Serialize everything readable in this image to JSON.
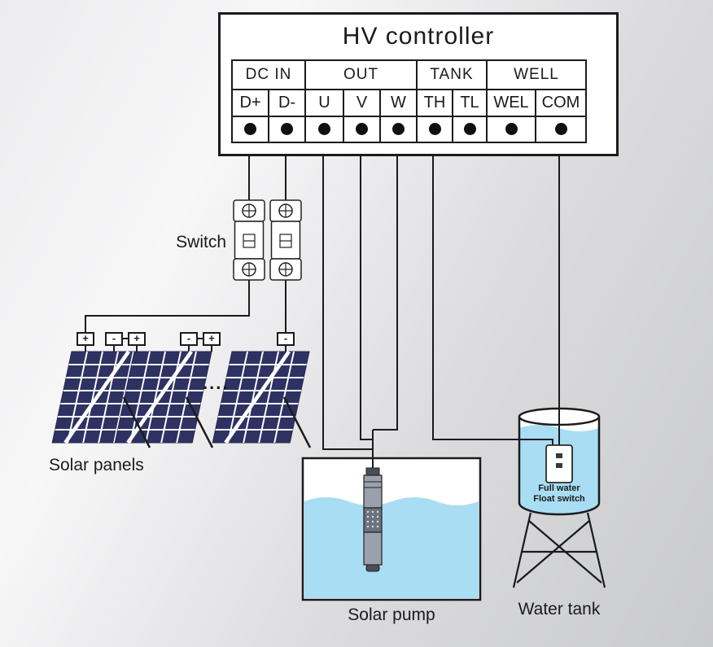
{
  "controller": {
    "title": "HV controller",
    "groups": [
      {
        "label": "DC IN"
      },
      {
        "label": "OUT"
      },
      {
        "label": "TANK"
      },
      {
        "label": "WELL"
      }
    ],
    "terminals": [
      "D+",
      "D-",
      "U",
      "V",
      "W",
      "TH",
      "TL",
      "WEL",
      "COM"
    ]
  },
  "switch": {
    "label": "Switch"
  },
  "solar_panels": {
    "label": "Solar panels",
    "terminal_signs": [
      "+",
      "-",
      "+",
      "-",
      "+",
      "-"
    ],
    "ellipsis": "...."
  },
  "solar_pump": {
    "label": "Solar pump"
  },
  "water_tank": {
    "label": "Water tank",
    "float_switch_line1": "Full water",
    "float_switch_line2": "Float switch"
  },
  "colors": {
    "wire": "#1b1b1b",
    "water": "#a8ddf4",
    "panel_blue": "#2e3263",
    "background_gray": "#d9dadd"
  }
}
